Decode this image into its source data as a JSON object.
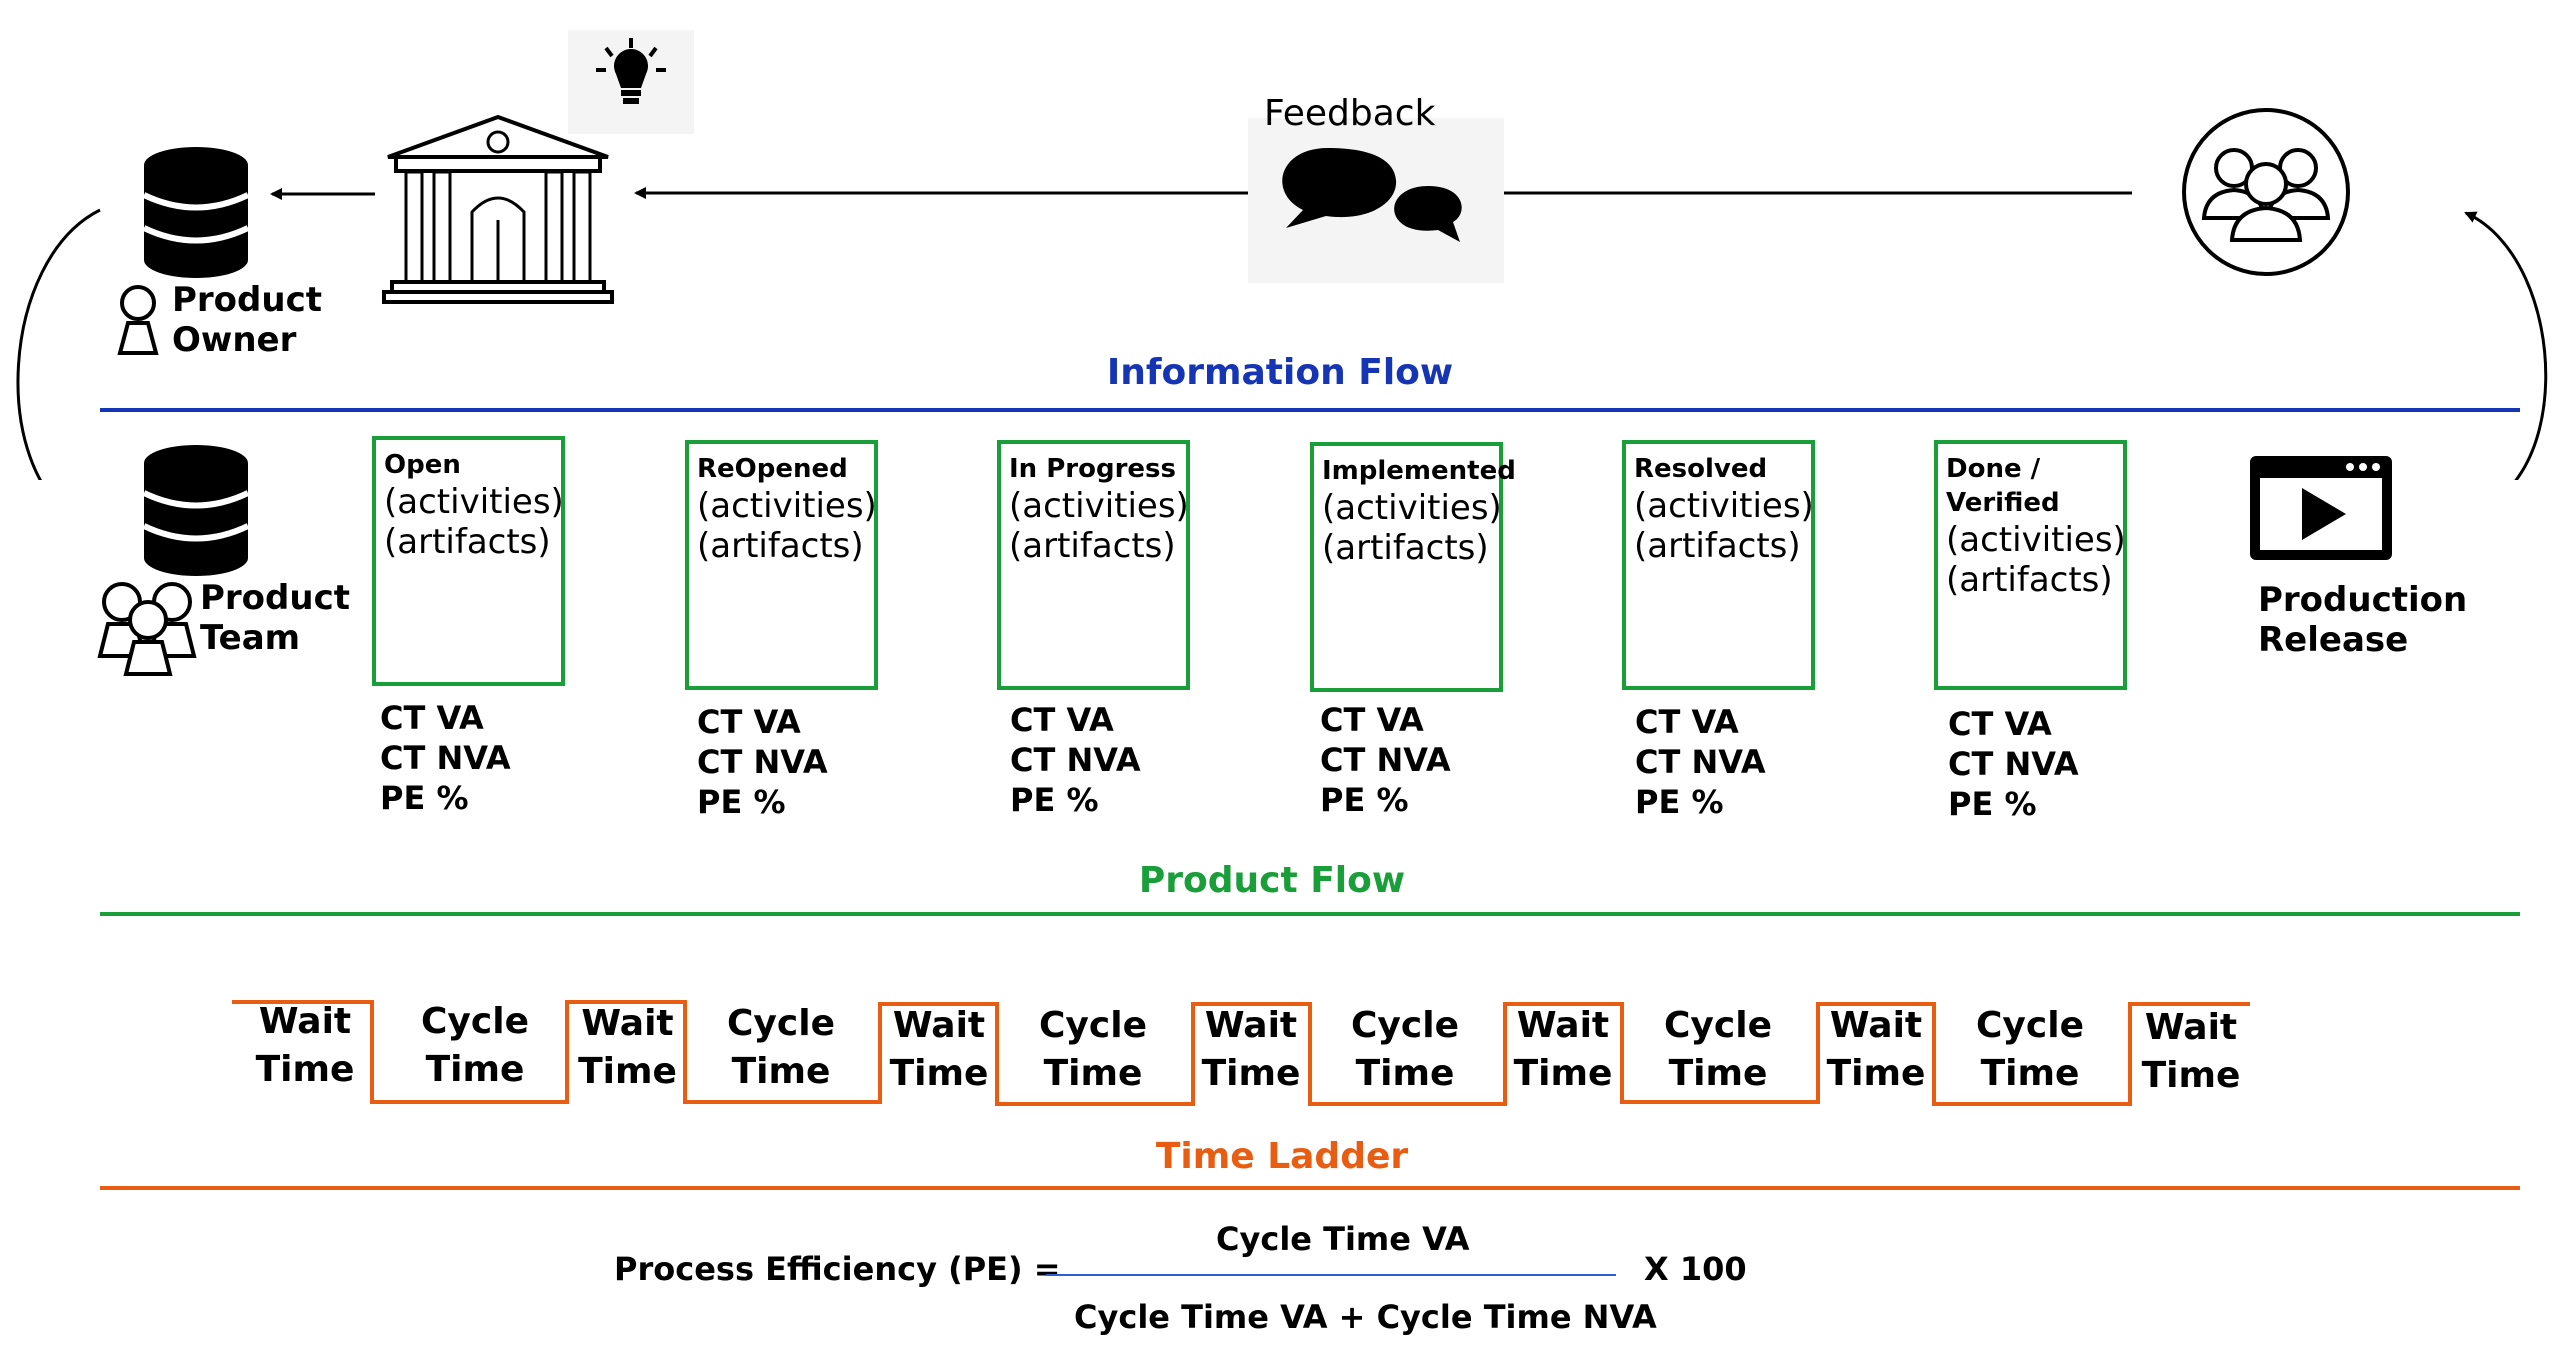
{
  "top": {
    "feedback_label": "Feedback",
    "product_owner_label": "Product\nOwner",
    "icons": [
      "database-icon",
      "bank-building-icon",
      "lightbulb-icon",
      "speech-bubbles-icon",
      "customers-group-icon"
    ]
  },
  "sections": {
    "information_flow": "Information Flow",
    "product_flow": "Product Flow",
    "time_ladder": "Time Ladder"
  },
  "colors": {
    "information_flow": "#1535b5",
    "product_flow": "#1a9e3a",
    "time_ladder": "#e85d12",
    "formula_divider": "#2a5fd8"
  },
  "product_team_label": "Product\nTeam",
  "production_release_label": "Production\nRelease",
  "stage_activities": "(activities)",
  "stage_artifacts": "(artifacts)",
  "stages": [
    {
      "title": "Open",
      "ct_va": "CT VA",
      "ct_nva": "CT NVA",
      "pe": "PE %"
    },
    {
      "title": "ReOpened",
      "ct_va": "CT VA",
      "ct_nva": "CT NVA",
      "pe": "PE %"
    },
    {
      "title": "In Progress",
      "ct_va": "CT VA",
      "ct_nva": "CT NVA",
      "pe": "PE %"
    },
    {
      "title": "Implemented",
      "ct_va": "CT VA",
      "ct_nva": "CT NVA",
      "pe": "PE %"
    },
    {
      "title": "Resolved",
      "ct_va": "CT VA",
      "ct_nva": "CT NVA",
      "pe": "PE %"
    },
    {
      "title": "Done /\nVerified",
      "ct_va": "CT VA",
      "ct_nva": "CT NVA",
      "pe": "PE %"
    }
  ],
  "ladder": {
    "wait": "Wait\nTime",
    "cycle": "Cycle\nTime"
  },
  "formula": {
    "lhs": "Process Efficiency (PE) =",
    "numerator": "Cycle Time VA",
    "denominator": "Cycle Time VA + Cycle Time NVA",
    "multiplier": "X 100"
  }
}
